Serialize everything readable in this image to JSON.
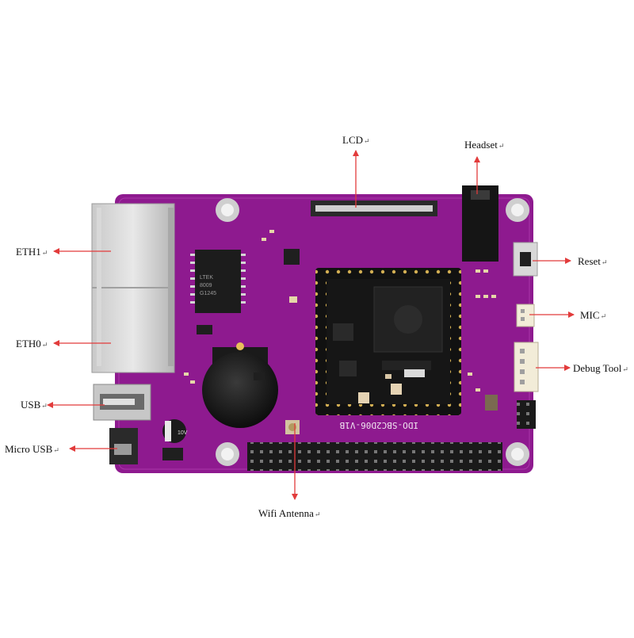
{
  "labels": {
    "lcd": "LCD",
    "headset": "Headset",
    "eth1": "ETH1",
    "reset": "Reset",
    "mic": "MIC",
    "eth0": "ETH0",
    "debug_tool": "Debug Tool",
    "usb": "USB",
    "micro_usb": "Micro USB",
    "wifi_antenna": "Wifi Antenna",
    "return_mark": "↵"
  },
  "board": {
    "silkscreen": "IDO-SBC2D06-V1B",
    "chip_top": "LTEK",
    "chip_mid": "8009",
    "chip_bot": "G1245",
    "cap_label": "10V",
    "pcb_color": "#8e1a8f",
    "arrow_color": "#e23b3b"
  }
}
